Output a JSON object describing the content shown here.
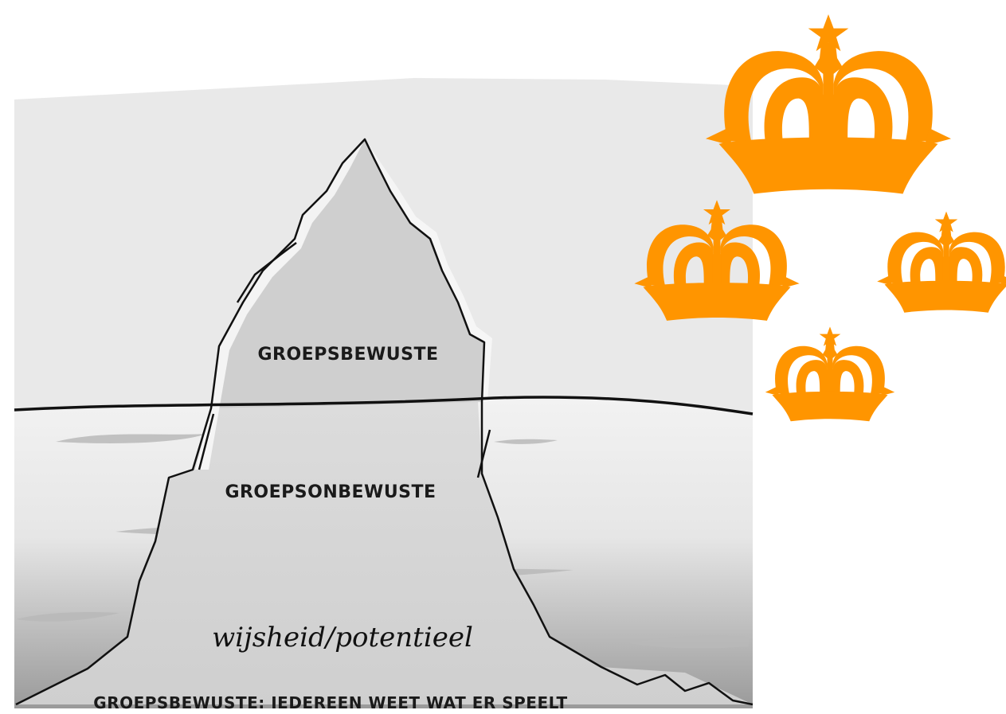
{
  "iceberg": {
    "above_label": "GROEPSBEWUSTE",
    "below_label": "GROEPSONBEWUSTE",
    "deep_label": "wijsheid/potentieel"
  },
  "caption": "GROEPSBEWUSTE: IEDEREEN WEET WAT ER SPEELT",
  "crowns": {
    "color": "#FF9500",
    "count": 4
  },
  "colors": {
    "sky": "#e9e9e9",
    "iceberg_top": "#cfcfcf",
    "line": "#111111"
  }
}
